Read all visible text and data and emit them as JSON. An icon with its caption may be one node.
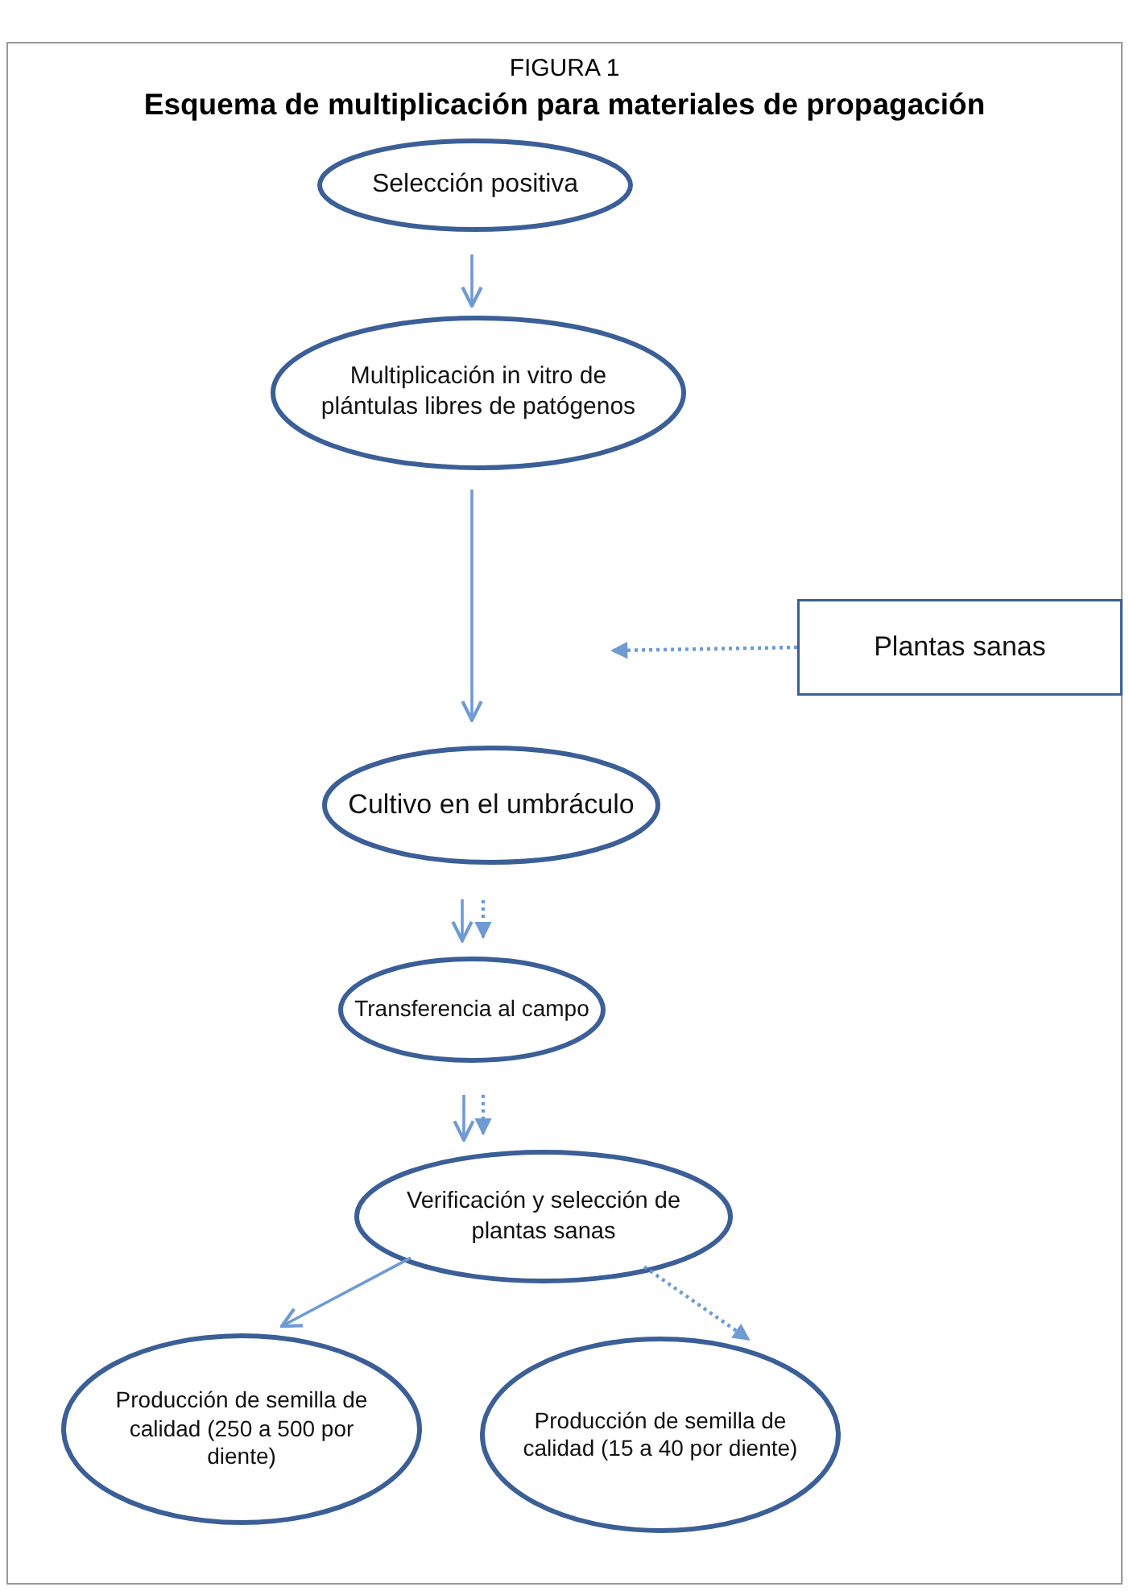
{
  "diagram": {
    "title": "Esquema de multiplicación para materiales de propagación",
    "nodes": [
      {
        "text": [
          "Selección positiva"
        ]
      },
      {
        "text": [
          "Multiplicación in vitro de plántulas libres de patógenos"
        ]
      },
      {
        "text": [
          "Plantas sanas"
        ]
      },
      {
        "text": [
          "Cultivo en el umbráculo"
        ]
      },
      {
        "text": [
          "Transferencia al campo"
        ]
      },
      {
        "text": [
          "Verificación y selección de plantas sanas"
        ]
      },
      {
        "text": [
          "Producción de semilla de calidad (250 a 500 por diente)"
        ]
      },
      {
        "text": [
          "Producción de semilla de calidad (15 a 40 por diente)"
        ]
      }
    ],
    "edges": [
      {
        "from": 0,
        "to": 1,
        "arrow": "to"
      },
      {
        "from": 1,
        "to": 3,
        "arrow": "to"
      },
      {
        "from": 2,
        "to": null,
        "arrow": "to",
        "style": "dashed"
      },
      {
        "from": 3,
        "to": 4,
        "arrow": "to"
      },
      {
        "from": 3,
        "to": 4,
        "arrow": "to",
        "style": "dashed"
      },
      {
        "from": 4,
        "to": 5,
        "arrow": "to"
      },
      {
        "from": 4,
        "to": 5,
        "arrow": "to",
        "style": "dashed"
      },
      {
        "from": 5,
        "to": 6,
        "arrow": "to"
      },
      {
        "from": 5,
        "to": 7,
        "arrow": "to",
        "style": "dashed"
      }
    ],
    "labels": [
      "FIGURA 1"
    ]
  }
}
